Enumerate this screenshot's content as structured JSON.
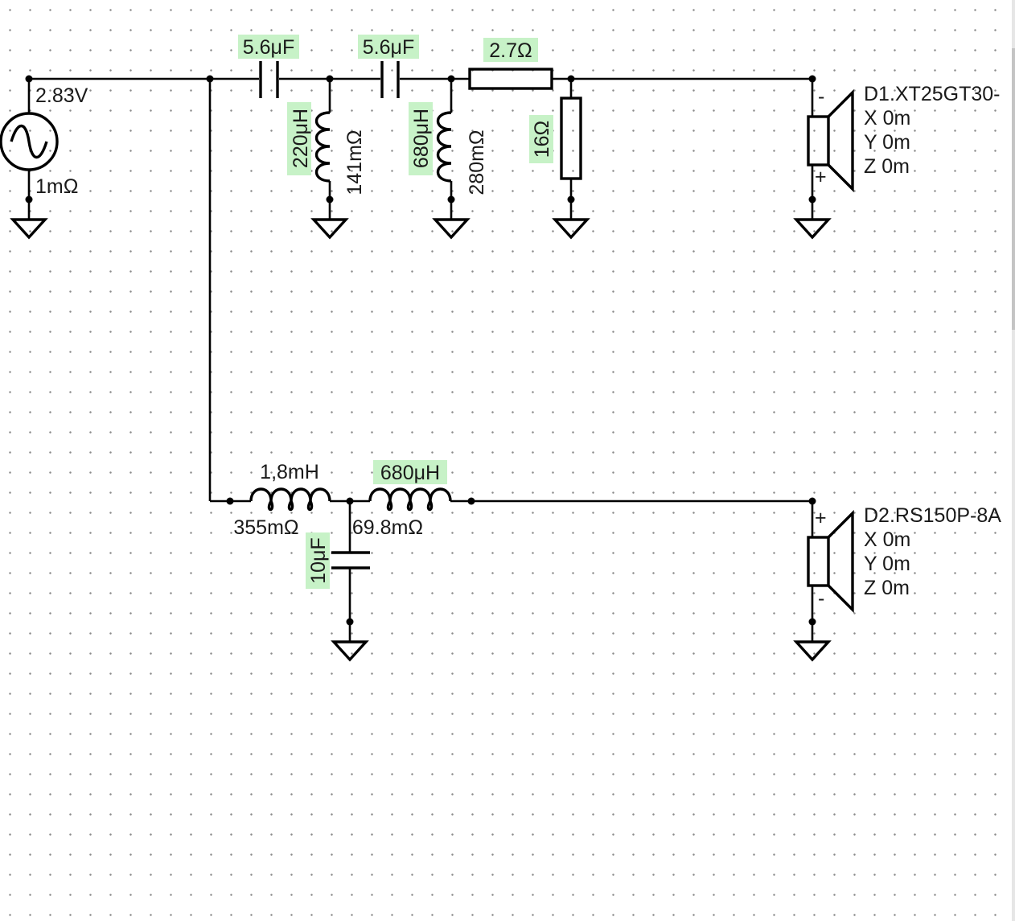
{
  "source": {
    "voltage": "2.83V",
    "resistance": "1mΩ"
  },
  "tweeter_branch": {
    "c1": "5.6μF",
    "c2": "5.6μF",
    "l1": {
      "value": "220μH",
      "dcr": "141mΩ"
    },
    "l2": {
      "value": "680μH",
      "dcr": "280mΩ"
    },
    "r_series": "2.7Ω",
    "r_shunt": "16Ω"
  },
  "woofer_branch": {
    "l1": {
      "value": "1,8mH",
      "dcr": "355mΩ"
    },
    "l2": {
      "value": "680μH",
      "dcr": "69.8mΩ"
    },
    "c1": "10μF"
  },
  "drivers": [
    {
      "name": "D1.XT25GT30-",
      "x": "X 0m",
      "y": "Y 0m",
      "z": "Z 0m",
      "pol_top": "-",
      "pol_bottom": "+"
    },
    {
      "name": "D2.RS150P-8A",
      "x": "X 0m",
      "y": "Y 0m",
      "z": "Z 0m",
      "pol_top": "+",
      "pol_bottom": "-"
    }
  ],
  "colors": {
    "highlight": "#c7f2c7",
    "wire": "#000000",
    "grid_dot": "#8a8a8a"
  }
}
